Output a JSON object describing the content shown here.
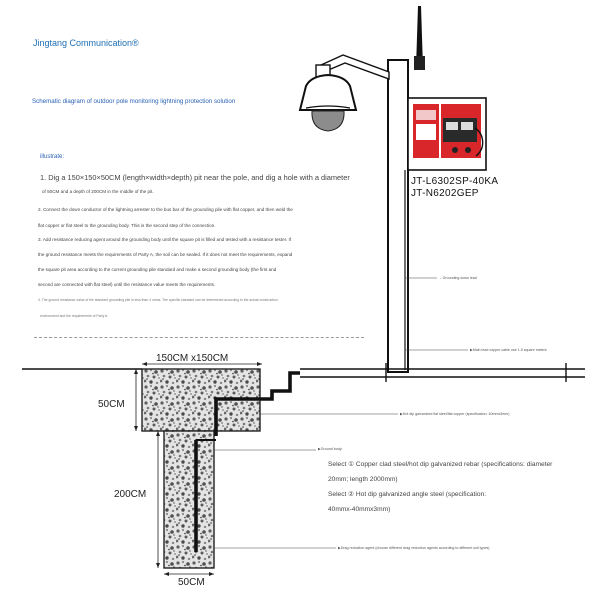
{
  "brand": "Jingtang Communication®",
  "subtitle": "Schematic diagram of outdoor pole monitoring lightning protection solution",
  "illustrate_title": "illustrate:",
  "steps": {
    "step1_line1": "1. Dig a 150×150×50CM (length×width×depth) pit near the pole, and dig a hole with a diameter",
    "step1_line2": "of 50CM and a depth of 200CM in the middle of the pit.",
    "step2_line1": "2. Connect the down conductor of the lightning arrester to the bus bar of the grounding pile with flat copper, and then weld the",
    "step2_line2": "flat copper or flat steel to the grounding body. This is the second step of the connection.",
    "step3_line1": "3. Add resistance reducing agent around the grounding body until the square pit is filled and tested with a resistance tester. If",
    "step3_line2": "the ground resistance meets the requirements of Party A, the soil can be sealed. If it does not meet the requirements, expand",
    "step3_line3": "the square pit area according to the current grounding pile standard and make a second grounding body (the first and",
    "step3_line4": "second are connected with flat steel) until the resistance value meets the requirements.",
    "step4_line1": "4. The ground resistance value of the standard grounding pile is less than 4 ohms. The specific standard can be determined according to the actual construction",
    "step4_line2": "environment and the requirements of Party A."
  },
  "models": {
    "model1": "JT-L6302SP-40KA",
    "model2": "JT-N6202GEP"
  },
  "dimensions": {
    "pit_width": "150CM x150CM",
    "pit_depth": "50CM",
    "hole_depth": "200CM",
    "hole_diameter": "50CM"
  },
  "annotations": {
    "grounding_down_lead": "←Grounding down lead",
    "main_copper_cable": "▶Main lead copper cable use 1.5 square meters",
    "flat_steel": "▶Hot dip galvanized flat steel/flat copper (specification: 40mmx3mm)",
    "ground_body": "▶Ground body:",
    "select1_line1": "Select ① Copper clad steel/hot dip galvanized rebar (specifications: diameter",
    "select1_line2": "20mm; length 2000mm)",
    "select2_line1": "Select ② Hot dip galvanized angle steel (specification:",
    "select2_line2": "40mmx-40mmx3mm)",
    "drag_agent": "▶Drag reduction agent (choose different drag reduction agents according to different soil types)"
  },
  "colors": {
    "brand_blue": "#1f6fb5",
    "arrester_red": "#d8262b",
    "gravel_dark": "#5e5e5e",
    "line": "#111111"
  }
}
